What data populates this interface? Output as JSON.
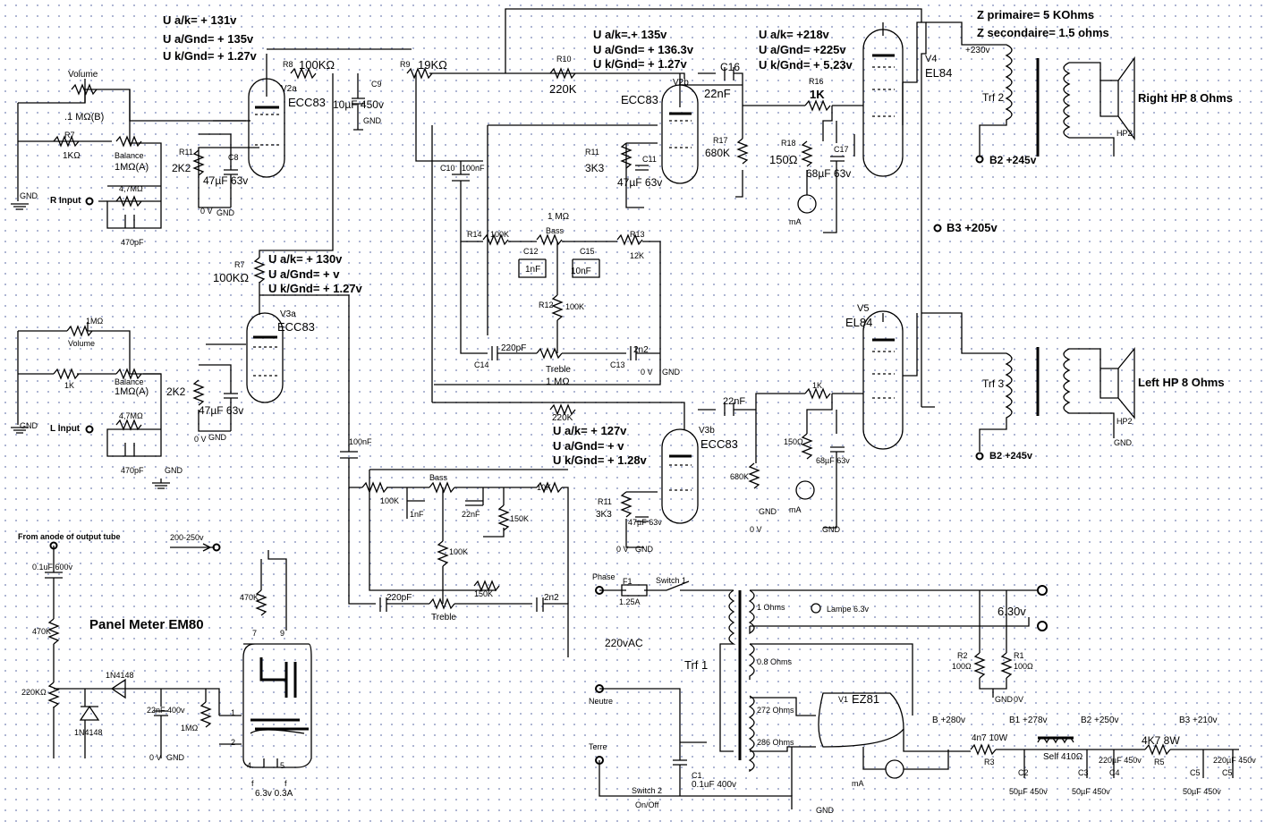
{
  "top_notes": {
    "v2a_l1": "U a/k= + 131v",
    "v2a_l2": "U a/Gnd= + 135v",
    "v2a_l3": "U k/Gnd= + 1.27v",
    "v2b_l1": "U a/k=.+ 135v",
    "v2b_l2": "U a/Gnd= + 136.3v",
    "v2b_l3": "U k/Gnd= + 1.27v",
    "v4_l1": "U a/k= +218v",
    "v4_l2": "U a/Gnd= +225v",
    "v4_l3": "U k/Gnd= + 5.23v",
    "z_primary": "Z primaire= 5 KOhms",
    "z_secondary": "Z secondaire= 1.5 ohms",
    "v3a_l1": "U a/k= + 130v",
    "v3a_l2": "U a/Gnd= +      v",
    "v3a_l3": "U k/Gnd= + 1.27v",
    "v3b_l1": "U a/k= + 127v",
    "v3b_l2": "U a/Gnd= + v",
    "v3b_l3": "U k/Gnd= + 1.28v"
  },
  "right_channel": {
    "volume": "Volume",
    "volume_val": ".1 MΩ(B)",
    "r7": "R7",
    "r7_val": "1KΩ",
    "balance": "Balance",
    "balance_val": "1MΩ(A)",
    "r_input": "R Input",
    "r_470k": "4,7MΩ",
    "c_470p": "470pF",
    "gnd": "GND",
    "r8": "R8",
    "r8_val": "100KΩ",
    "v2a": "V2a",
    "ecc83_a": "ECC83",
    "r11": "R11",
    "r11_val": "2K2",
    "c8": "C8",
    "c8_val": "47µF  63v",
    "ov": "0 V",
    "gnd2": "GND",
    "c9": "C9",
    "c9_val": "10µF  450v",
    "c9_gnd": "GND",
    "r9": "R9",
    "r9_val": "19KΩ",
    "r10": "R10",
    "r10_val": "220K",
    "v2b": "V2b",
    "ecc83_b": "ECC83",
    "c16": "C16",
    "c16_val": "22nF",
    "r11b": "R11",
    "r11b_val": "3K3",
    "c11": "C11",
    "c11_val": "47µF  63v",
    "r17": "R17",
    "r17_val": "680K",
    "r16": "R16",
    "r16_val": "1K",
    "r18": "R18",
    "r18_val": "150Ω",
    "c17": "C17",
    "c17_val": "68µF  63v",
    "ma": "mA",
    "v4": "V4",
    "el84_a": "EL84",
    "trf2": "Trf 2",
    "plus230": "+230v",
    "hp_right": "Right HP 8 Ohms",
    "hp2": "HP2",
    "b2_245": "B2 +245v",
    "b3_205": "B3 +205v"
  },
  "tone_stack_r": {
    "c10": "C10",
    "c10_val": "100nF",
    "r14": "R14",
    "r14_val": "100K",
    "bass_val": "1 MΩ",
    "bass": "Bass",
    "c12": "C12",
    "c12_val": "1nF",
    "c15": "C15",
    "c15_val": "10nF",
    "r13": "R13",
    "r13_val": "12K",
    "r12": "R12",
    "r12_val": "100K",
    "c14": "C14",
    "c14_val": "220pF",
    "treble": "Treble",
    "treble_val": "1 MΩ",
    "c13": "C13",
    "c13_val": "2n2",
    "ov": "0 V",
    "gnd": "GND"
  },
  "left_channel": {
    "r7": "R7",
    "r7_val": "100KΩ",
    "v3a": "V3a",
    "ecc83_a": "ECC83",
    "vol_val": "1MΩ",
    "volume": "Volume",
    "r_1k": "1K",
    "balance": "Balance",
    "balance_val": "1MΩ(A)",
    "l_input": "L Input",
    "r_47": "4,7MΩ",
    "c_470p": "470pF",
    "gnd": "GND",
    "gnd2": "GND",
    "r2k2": "2K2",
    "c47": "47µF  63v",
    "ov": "0 V",
    "gnd3": "GND",
    "c100n": "100nF",
    "r100k": "100K",
    "bass": "Bass",
    "c1n": "1nF",
    "c22n": "22nF",
    "r150k": "150K",
    "r10k": "10K",
    "r100k2": "100K",
    "c220p": "220pF",
    "r150k2": "150K",
    "treble": "Treble",
    "c2n2": "2n2",
    "r220k": "220K",
    "c22nf": "22nF",
    "v3b": "V3b",
    "ecc83_b": "ECC83",
    "r11": "R11",
    "r11_val": "3K3",
    "c47b": "47µF 63v",
    "ov2": "0 V",
    "gnd4": "GND",
    "r680k": "680K",
    "ov3": "0 V",
    "gnd5": "GND",
    "r1k": "1K",
    "r150": "150Ω",
    "c68": "68µF 63v",
    "ma": "mA",
    "gnd6": "GND",
    "v5": "V5",
    "el84": "EL84",
    "trf3": "Trf 3",
    "hp_left": "Left HP 8 Ohms",
    "hp2": "HP2",
    "gnd7": "GND",
    "b2_245": "B2 +245v"
  },
  "meter": {
    "from_anode": "From anode of output tube",
    "c01": "0.1uF 600v",
    "r470k": "470K",
    "r220k": "220KΩ",
    "d1": "1N4148",
    "d2": "1N4148",
    "title": "Panel Meter EM80",
    "v200": "200-250v",
    "r470k2": "470K",
    "c22n": "22nF 400v",
    "r1m": "1MΩ",
    "ov": "0 V",
    "gnd": "GND",
    "pin7": "7",
    "pin9": "9",
    "pin1": "1",
    "pin2": "2",
    "pin4": "4",
    "pin5": "5",
    "f1": "f",
    "f2": "f",
    "heater": "6.3v  0.3A"
  },
  "power": {
    "phase": "Phase",
    "f1": "F1",
    "fuse": "1.25A",
    "switch1": "Switch 1",
    "vac": "220vAC",
    "neutre": "Neutre",
    "terre": "Terre",
    "trf1": "Trf 1",
    "ohm1": "1 Ohms",
    "ohm08": "0.8 Ohms",
    "ohm272": "272 Ohms",
    "ohm286": "286 Ohms",
    "lampe": "Lampe 6.3v",
    "v630": "6.30v",
    "r2": "R2",
    "r2_val": "100Ω",
    "r1": "R1",
    "r1_val": "100Ω",
    "gnd": "GND",
    "ov": "0V",
    "v1": "V1",
    "ez81": "EZ81",
    "ma": "mA",
    "c1": "C1",
    "c1_val": "0.1uF 400v",
    "switch2": "Switch 2",
    "onoff": "On/Off",
    "gnd2": "GND",
    "b280": "B +280v",
    "r3": "R3",
    "r3_val": "4n7 10W",
    "b1": "B1 +278v",
    "self": "Self 410Ω",
    "b2": "B2 +250v",
    "r5": "R5",
    "r5_val": "4K7  8W",
    "b3": "B3 +210v",
    "c2": "C2",
    "c2_val": "50µF 450v",
    "c3": "C3",
    "c3_val": "50µF 450v",
    "c4": "C4",
    "c4_val": "220µF 450v",
    "c5": "C5",
    "c5_val": "50µF 450v",
    "c5b": "C5",
    "c5b_val": "220µF 450v"
  }
}
